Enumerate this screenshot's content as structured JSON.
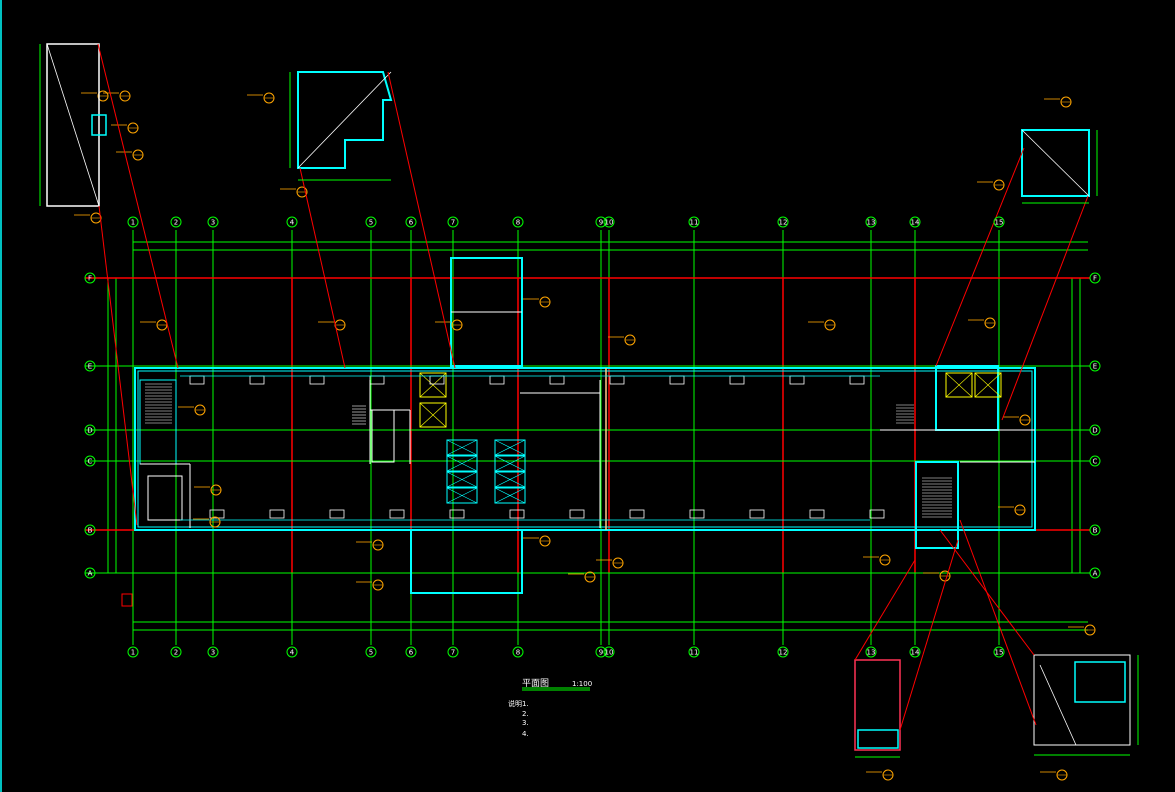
{
  "drawing": {
    "type": "architectural floor plan (CAD)",
    "title": "平面图",
    "scale": "1:100",
    "notes_heading": "说明",
    "notes": [
      "1.",
      "2.",
      "3.",
      "4."
    ]
  },
  "grid": {
    "columns": [
      "1",
      "2",
      "3",
      "4",
      "5",
      "6",
      "7",
      "8",
      "9",
      "10",
      "11",
      "12",
      "13",
      "14",
      "15"
    ],
    "rows": [
      "F",
      "E",
      "D",
      "C",
      "B",
      "A"
    ]
  },
  "colors": {
    "background": "#000000",
    "grid": "#00ff00",
    "axis_red": "#ff0000",
    "wall": "#00ffff",
    "annotation": "#ffa500",
    "text": "#ffffff"
  }
}
